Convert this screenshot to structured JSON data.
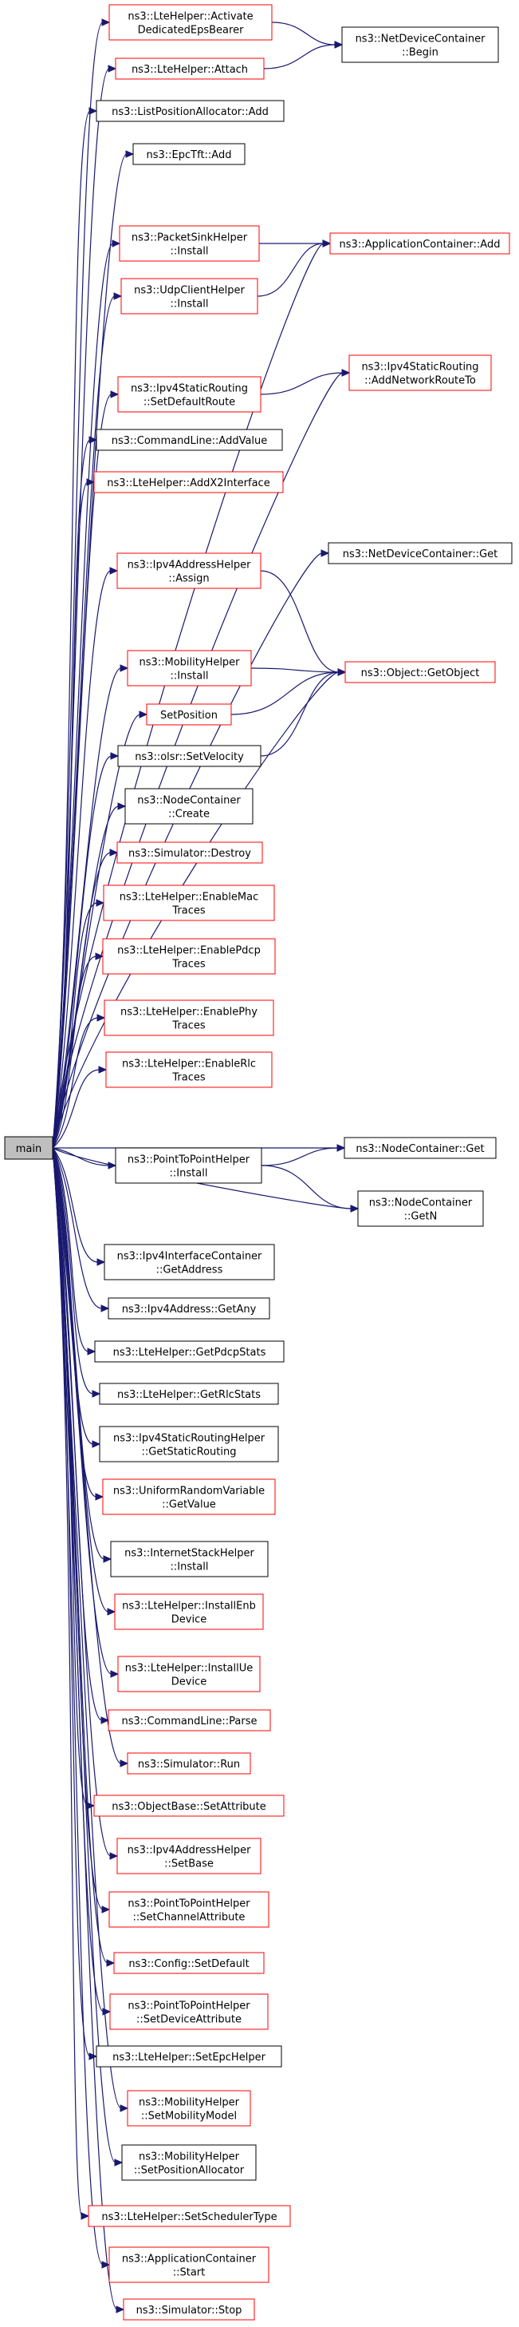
{
  "graph": {
    "root": {
      "label": "main",
      "fill": "#bfbfbf"
    },
    "colors": {
      "edge": "#191970",
      "red_border": "#ff0000",
      "black_border": "#000000",
      "root_fill": "#bfbfbf"
    },
    "nodes": [
      {
        "id": "n1",
        "lines": [
          "ns3::LteHelper::Activate",
          "DedicatedEpsBearer"
        ],
        "border": "red"
      },
      {
        "id": "n2",
        "lines": [
          "ns3::LteHelper::Attach"
        ],
        "border": "red"
      },
      {
        "id": "n3",
        "lines": [
          "ns3::ListPositionAllocator::Add"
        ],
        "border": "black"
      },
      {
        "id": "n4",
        "lines": [
          "ns3::EpcTft::Add"
        ],
        "border": "black"
      },
      {
        "id": "n5",
        "lines": [
          "ns3::PacketSinkHelper",
          "::Install"
        ],
        "border": "red"
      },
      {
        "id": "n6",
        "lines": [
          "ns3::UdpClientHelper",
          "::Install"
        ],
        "border": "red"
      },
      {
        "id": "n7",
        "lines": [
          "ns3::Ipv4StaticRouting",
          "::SetDefaultRoute"
        ],
        "border": "red"
      },
      {
        "id": "n8",
        "lines": [
          "ns3::CommandLine::AddValue"
        ],
        "border": "black"
      },
      {
        "id": "n9",
        "lines": [
          "ns3::LteHelper::AddX2Interface"
        ],
        "border": "red"
      },
      {
        "id": "n10",
        "lines": [
          "ns3::Ipv4AddressHelper",
          "::Assign"
        ],
        "border": "red"
      },
      {
        "id": "n11",
        "lines": [
          "ns3::MobilityHelper",
          "::Install"
        ],
        "border": "red"
      },
      {
        "id": "n12",
        "lines": [
          "SetPosition"
        ],
        "border": "red"
      },
      {
        "id": "n13",
        "lines": [
          "ns3::olsr::SetVelocity"
        ],
        "border": "black"
      },
      {
        "id": "n14",
        "lines": [
          "ns3::NodeContainer",
          "::Create"
        ],
        "border": "black"
      },
      {
        "id": "n15",
        "lines": [
          "ns3::Simulator::Destroy"
        ],
        "border": "red"
      },
      {
        "id": "n16",
        "lines": [
          "ns3::LteHelper::EnableMac",
          "Traces"
        ],
        "border": "red"
      },
      {
        "id": "n17",
        "lines": [
          "ns3::LteHelper::EnablePdcp",
          "Traces"
        ],
        "border": "red"
      },
      {
        "id": "n18",
        "lines": [
          "ns3::LteHelper::EnablePhy",
          "Traces"
        ],
        "border": "red"
      },
      {
        "id": "n19",
        "lines": [
          "ns3::LteHelper::EnableRlc",
          "Traces"
        ],
        "border": "red"
      },
      {
        "id": "n20",
        "lines": [
          "ns3::PointToPointHelper",
          "::Install"
        ],
        "border": "black"
      },
      {
        "id": "n21",
        "lines": [
          "ns3::Ipv4InterfaceContainer",
          "::GetAddress"
        ],
        "border": "black"
      },
      {
        "id": "n22",
        "lines": [
          "ns3::Ipv4Address::GetAny"
        ],
        "border": "black"
      },
      {
        "id": "n23",
        "lines": [
          "ns3::LteHelper::GetPdcpStats"
        ],
        "border": "black"
      },
      {
        "id": "n24",
        "lines": [
          "ns3::LteHelper::GetRlcStats"
        ],
        "border": "black"
      },
      {
        "id": "n25",
        "lines": [
          "ns3::Ipv4StaticRoutingHelper",
          "::GetStaticRouting"
        ],
        "border": "black"
      },
      {
        "id": "n26",
        "lines": [
          "ns3::UniformRandomVariable",
          "::GetValue"
        ],
        "border": "red"
      },
      {
        "id": "n27",
        "lines": [
          "ns3::InternetStackHelper",
          "::Install"
        ],
        "border": "black"
      },
      {
        "id": "n28",
        "lines": [
          "ns3::LteHelper::InstallEnb",
          "Device"
        ],
        "border": "red"
      },
      {
        "id": "n29",
        "lines": [
          "ns3::LteHelper::InstallUe",
          "Device"
        ],
        "border": "red"
      },
      {
        "id": "n30",
        "lines": [
          "ns3::CommandLine::Parse"
        ],
        "border": "red"
      },
      {
        "id": "n31",
        "lines": [
          "ns3::Simulator::Run"
        ],
        "border": "red"
      },
      {
        "id": "n32",
        "lines": [
          "ns3::ObjectBase::SetAttribute"
        ],
        "border": "red"
      },
      {
        "id": "n33",
        "lines": [
          "ns3::Ipv4AddressHelper",
          "::SetBase"
        ],
        "border": "red"
      },
      {
        "id": "n34",
        "lines": [
          "ns3::PointToPointHelper",
          "::SetChannelAttribute"
        ],
        "border": "red"
      },
      {
        "id": "n35",
        "lines": [
          "ns3::Config::SetDefault"
        ],
        "border": "red"
      },
      {
        "id": "n36",
        "lines": [
          "ns3::PointToPointHelper",
          "::SetDeviceAttribute"
        ],
        "border": "red"
      },
      {
        "id": "n37",
        "lines": [
          "ns3::LteHelper::SetEpcHelper"
        ],
        "border": "black"
      },
      {
        "id": "n38",
        "lines": [
          "ns3::MobilityHelper",
          "::SetMobilityModel"
        ],
        "border": "red"
      },
      {
        "id": "n39",
        "lines": [
          "ns3::MobilityHelper",
          "::SetPositionAllocator"
        ],
        "border": "black"
      },
      {
        "id": "n40",
        "lines": [
          "ns3::LteHelper::SetSchedulerType"
        ],
        "border": "red"
      },
      {
        "id": "n41",
        "lines": [
          "ns3::ApplicationContainer",
          "::Start"
        ],
        "border": "red"
      },
      {
        "id": "n42",
        "lines": [
          "ns3::Simulator::Stop"
        ],
        "border": "red"
      },
      {
        "id": "t1",
        "lines": [
          "ns3::NetDeviceContainer",
          "::Begin"
        ],
        "border": "black"
      },
      {
        "id": "t2",
        "lines": [
          "ns3::ApplicationContainer::Add"
        ],
        "border": "red"
      },
      {
        "id": "t3",
        "lines": [
          "ns3::Ipv4StaticRouting",
          "::AddNetworkRouteTo"
        ],
        "border": "red"
      },
      {
        "id": "t4",
        "lines": [
          "ns3::NetDeviceContainer::Get"
        ],
        "border": "black"
      },
      {
        "id": "t5",
        "lines": [
          "ns3::Object::GetObject"
        ],
        "border": "red"
      },
      {
        "id": "t6",
        "lines": [
          "ns3::NodeContainer::Get"
        ],
        "border": "black"
      },
      {
        "id": "t7",
        "lines": [
          "ns3::NodeContainer",
          "::GetN"
        ],
        "border": "black"
      }
    ],
    "edges": [
      [
        "main",
        "n1"
      ],
      [
        "main",
        "n2"
      ],
      [
        "main",
        "n3"
      ],
      [
        "main",
        "n4"
      ],
      [
        "main",
        "n5"
      ],
      [
        "main",
        "n6"
      ],
      [
        "main",
        "n7"
      ],
      [
        "main",
        "n8"
      ],
      [
        "main",
        "n9"
      ],
      [
        "main",
        "n10"
      ],
      [
        "main",
        "n11"
      ],
      [
        "main",
        "n12"
      ],
      [
        "main",
        "n13"
      ],
      [
        "main",
        "n14"
      ],
      [
        "main",
        "n15"
      ],
      [
        "main",
        "n16"
      ],
      [
        "main",
        "n17"
      ],
      [
        "main",
        "n18"
      ],
      [
        "main",
        "n19"
      ],
      [
        "main",
        "n20"
      ],
      [
        "main",
        "n21"
      ],
      [
        "main",
        "n22"
      ],
      [
        "main",
        "n23"
      ],
      [
        "main",
        "n24"
      ],
      [
        "main",
        "n25"
      ],
      [
        "main",
        "n26"
      ],
      [
        "main",
        "n27"
      ],
      [
        "main",
        "n28"
      ],
      [
        "main",
        "n29"
      ],
      [
        "main",
        "n30"
      ],
      [
        "main",
        "n31"
      ],
      [
        "main",
        "n32"
      ],
      [
        "main",
        "n33"
      ],
      [
        "main",
        "n34"
      ],
      [
        "main",
        "n35"
      ],
      [
        "main",
        "n36"
      ],
      [
        "main",
        "n37"
      ],
      [
        "main",
        "n38"
      ],
      [
        "main",
        "n39"
      ],
      [
        "main",
        "n40"
      ],
      [
        "main",
        "n41"
      ],
      [
        "main",
        "n42"
      ],
      [
        "main",
        "t2"
      ],
      [
        "main",
        "t3"
      ],
      [
        "main",
        "t4"
      ],
      [
        "main",
        "t5"
      ],
      [
        "main",
        "t6"
      ],
      [
        "main",
        "t7"
      ],
      [
        "n1",
        "t1"
      ],
      [
        "n2",
        "t1"
      ],
      [
        "n5",
        "t2"
      ],
      [
        "n6",
        "t2"
      ],
      [
        "n7",
        "t3"
      ],
      [
        "n10",
        "t5"
      ],
      [
        "n11",
        "t5"
      ],
      [
        "n12",
        "t5"
      ],
      [
        "n13",
        "t5"
      ],
      [
        "n20",
        "t6"
      ],
      [
        "n20",
        "t7"
      ]
    ]
  }
}
